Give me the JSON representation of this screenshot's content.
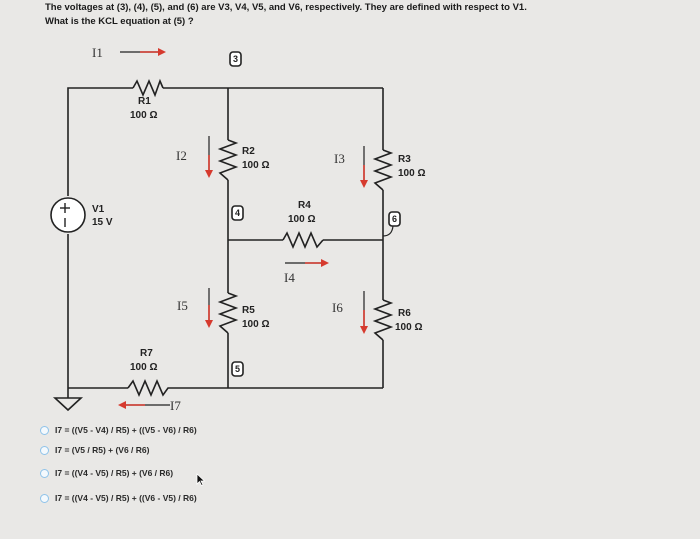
{
  "question": {
    "line1": "The voltages at (3), (4), (5), and (6) are V3, V4, V5, and V6, respectively. They are defined with respect to V1.",
    "line2": "What is the KCL equation at (5) ?"
  },
  "circuit": {
    "source": {
      "name": "V1",
      "value": "15 V"
    },
    "resistors": [
      {
        "name": "R1",
        "value": "100 Ω"
      },
      {
        "name": "R2",
        "value": "100 Ω"
      },
      {
        "name": "R3",
        "value": "100 Ω"
      },
      {
        "name": "R4",
        "value": "100 Ω"
      },
      {
        "name": "R5",
        "value": "100 Ω"
      },
      {
        "name": "R6",
        "value": "100 Ω"
      },
      {
        "name": "R7",
        "value": "100 Ω"
      }
    ],
    "nodes": [
      "3",
      "4",
      "5",
      "6"
    ],
    "currents": [
      "I1",
      "I2",
      "I3",
      "I4",
      "I5",
      "I6",
      "I7"
    ]
  },
  "options": [
    "I7 = ((V5 - V4) / R5) + ((V5 - V6) / R6)",
    "I7 = (V5 / R5) + (V6 / R6)",
    "I7 = ((V4 - V5) / R5) + (V6 / R6)",
    "I7 = ((V4 - V5) / R5) + ((V6 - V5) / R6)"
  ]
}
